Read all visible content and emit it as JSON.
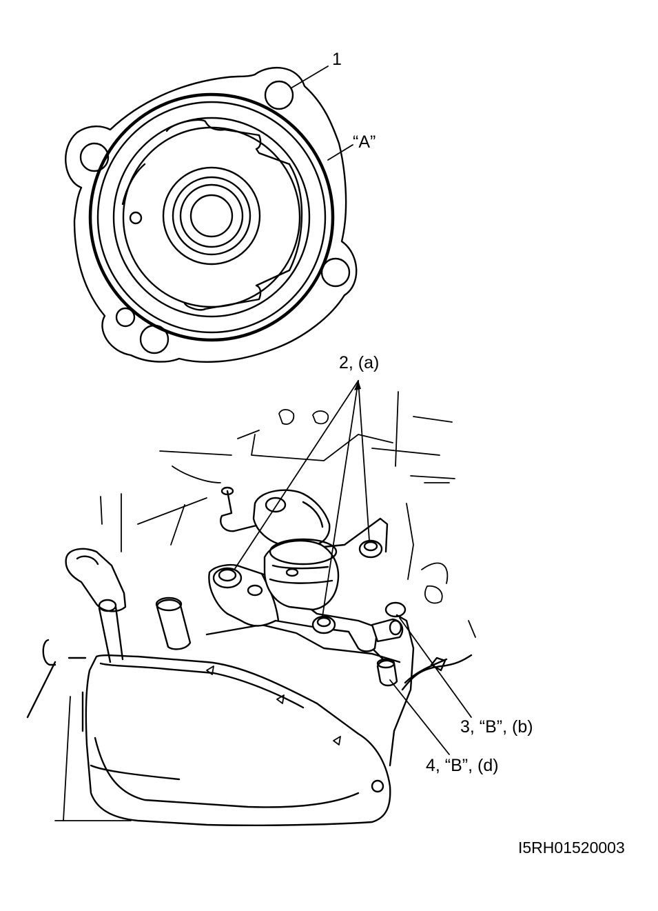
{
  "callouts": {
    "part_1": "1",
    "sealant_a": "“A”",
    "bolts_2": "2, (a)",
    "item_3": "3, “B”, (b)",
    "item_4": "4, “B”, (d)"
  },
  "figure_code": "I5RH01520003",
  "colors": {
    "ink": "#000000",
    "paper": "#ffffff"
  }
}
